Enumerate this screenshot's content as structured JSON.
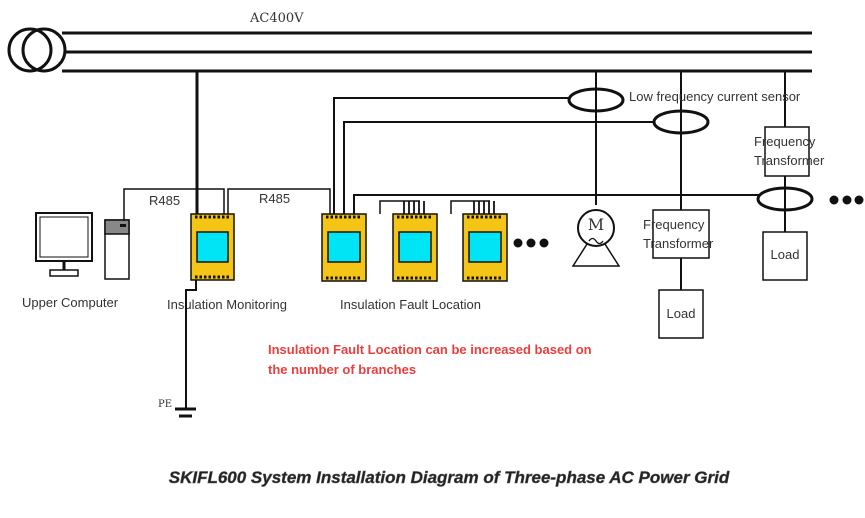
{
  "grid": {
    "voltage_label": "AC400V"
  },
  "labels": {
    "upper_computer": "Upper Computer",
    "insulation_monitoring": "Insulation Monitoring",
    "insulation_fault_location": "Insulation Fault Location",
    "r485_a": "R485",
    "r485_b": "R485",
    "low_frequency_current_sensor": "Low frequency current sensor",
    "pe": "PE",
    "motor": "M"
  },
  "frequency_transformer": {
    "line1": "Frequency",
    "line2": "Transformer"
  },
  "load_label": "Load",
  "note": {
    "line1": "Insulation Fault Location can be increased based on",
    "line2": "the number of branches"
  },
  "caption": "SKIFL600 System Installation Diagram of Three-phase AC Power Grid",
  "colors": {
    "device_yellow": "#f5c515",
    "device_screen": "#00e5f5",
    "note_red": "#e8403f",
    "line": "#111111"
  }
}
